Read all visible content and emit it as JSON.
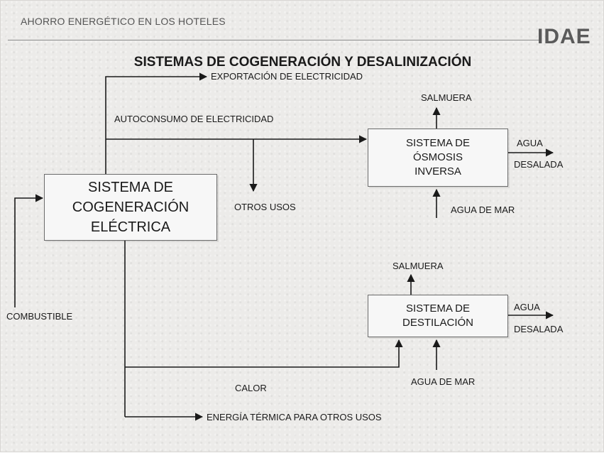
{
  "header": {
    "title": "AHORRO ENERGÉTICO EN LOS HOTELES",
    "logo": "IDAE"
  },
  "title": "SISTEMAS DE  COGENERACIÓN Y DESALINIZACIÓN",
  "boxes": {
    "cogeneracion": [
      "SISTEMA DE",
      "COGENERACIÓN",
      "ELÉCTRICA"
    ],
    "osmosis": [
      "SISTEMA DE",
      "ÓSMOSIS",
      "INVERSA"
    ],
    "destilacion": [
      "SISTEMA DE",
      "DESTILACIÓN"
    ]
  },
  "labels": {
    "exportacion": "EXPORTACIÓN DE ELECTRICIDAD",
    "autoconsumo": "AUTOCONSUMO DE ELECTRICIDAD",
    "otros_usos": "OTROS USOS",
    "combustible": "COMBUSTIBLE",
    "calor": "CALOR",
    "energia_termica": "ENERGÍA TÉRMICA PARA OTROS USOS",
    "salmuera_osmosis": "SALMUERA",
    "agua_desalada_osmosis": [
      "AGUA",
      "DESALADA"
    ],
    "agua_de_mar_osmosis": "AGUA DE MAR",
    "salmuera_destilacion": "SALMUERA",
    "agua_desalada_destilacion": [
      "AGUA",
      "DESALADA"
    ],
    "agua_de_mar_destilacion": "AGUA DE MAR"
  }
}
